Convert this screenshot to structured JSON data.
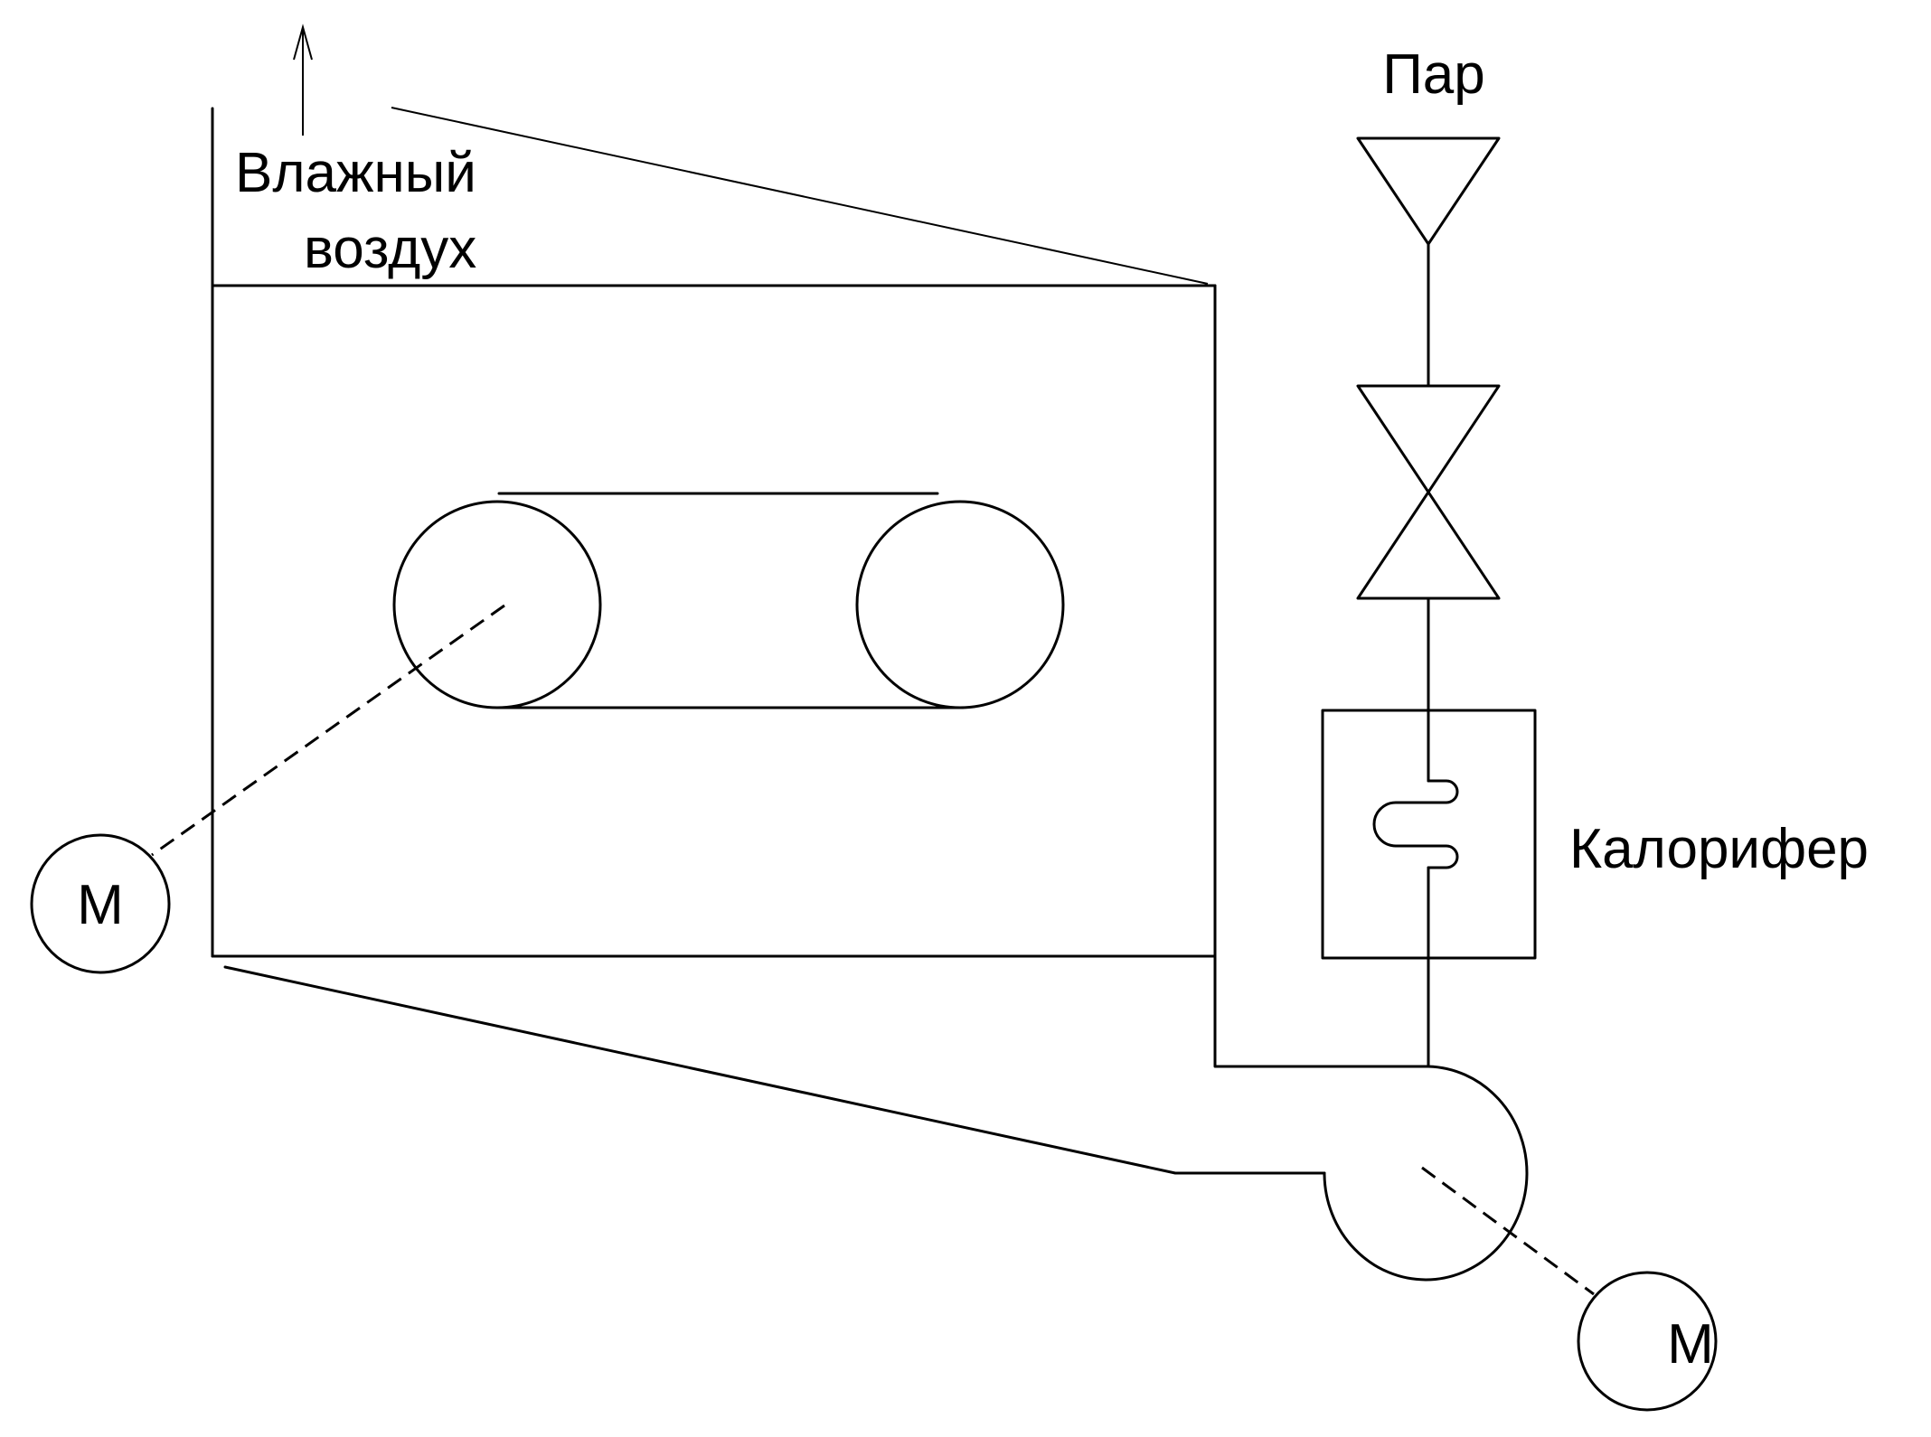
{
  "labels": {
    "humid_air_line1": "Влажный",
    "humid_air_line2": "воздух",
    "steam": "Пар",
    "calorifier": "Калорифер",
    "motor_left": "М",
    "motor_right": "М"
  }
}
